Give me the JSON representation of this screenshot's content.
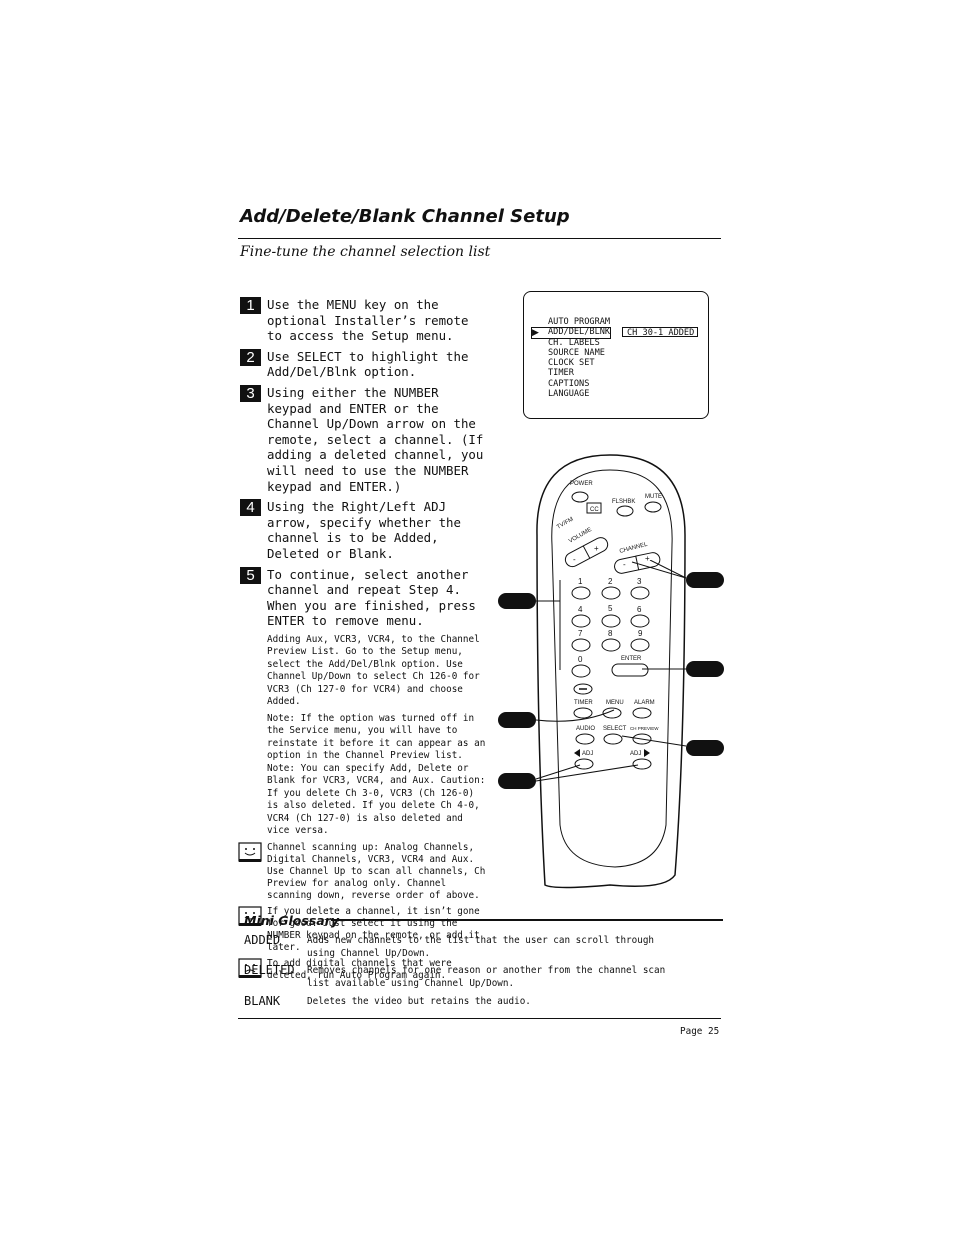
{
  "page": {
    "title": "Add/Delete/Blank Channel Setup",
    "subtitle": "Fine-tune the channel selection list",
    "page_number": "Page  25"
  },
  "steps": [
    {
      "num": "1",
      "text": "Use the MENU key on the optional Installer’s remote to access the Setup menu."
    },
    {
      "num": "2",
      "text": "Use SELECT to highlight the Add/Del/Blnk option."
    },
    {
      "num": "3",
      "text": "Using either the NUMBER keypad and ENTER or the Channel Up/Down arrow on the remote, select a channel. (If adding a deleted channel, you will need to use the NUMBER keypad and ENTER.)"
    },
    {
      "num": "4",
      "text": "Using the Right/Left ADJ arrow, specify whether the channel is to be Added, Deleted or Blank."
    },
    {
      "num": "5",
      "text": "To continue, select another channel and repeat Step 4. When you are finished, press ENTER to remove menu."
    }
  ],
  "notes": [
    "Adding Aux, VCR3, VCR4, to the Channel Preview List. Go to the Setup menu, select the Add/Del/Blnk option. Use Channel Up/Down to select Ch 126-0 for VCR3 (Ch 127-0 for VCR4) and choose Added.",
    "Note: If the option was turned off in the Service menu, you will have to reinstate it before it can appear as an option in the Channel Preview list. Note: You can specify Add, Delete or Blank for VCR3, VCR4, and Aux. Caution: If you delete Ch 3-0, VCR3 (Ch 126-0) is also deleted. If you delete Ch 4-0, VCR4 (Ch 127-0) is also deleted and vice versa."
  ],
  "icon_notes": [
    {
      "icon": "happy-tv-icon",
      "text": "Channel scanning up: Analog Channels, Digital Channels, VCR3, VCR4  and Aux. Use Channel Up to scan all channels, Ch Preview for analog only. Channel scanning down, reverse order of above."
    },
    {
      "icon": "happy-tv-icon",
      "text": "If you delete a channel, it isn’t gone for good. Just select it using the NUMBER keypad on the remote, or add it later."
    },
    {
      "icon": "sad-tv-icon",
      "text": "To add digital channels that were deleted, run Auto Program again."
    }
  ],
  "setup_menu": {
    "items": [
      "AUTO PROGRAM",
      "ADD/DEL/BLNK",
      "CH. LABELS",
      "SOURCE NAME",
      "CLOCK SET",
      "TIMER",
      "CAPTIONS",
      "LANGUAGE"
    ],
    "selected_index": 1,
    "status": "CH 30-1 ADDED"
  },
  "remote": {
    "power": "POWER",
    "flshbk": "FLSHBK",
    "mute": "MUTE",
    "tvfm": "TV/FM",
    "cc": "CC",
    "volume": "VOLUME",
    "channel": "CHANNEL",
    "minus": "-",
    "plus": "+",
    "digits": [
      "1",
      "2",
      "3",
      "4",
      "5",
      "6",
      "7",
      "8",
      "9",
      "0"
    ],
    "enter": "ENTER",
    "timer": "TIMER",
    "menu": "MENU",
    "alarm": "ALARM",
    "audio": "AUDIO",
    "select": "SELECT",
    "ch_preview": "CH PREVIEW",
    "adj_left": "ADJ",
    "adj_right": "ADJ"
  },
  "glossary": {
    "title": "Mini Glossary",
    "entries": [
      {
        "term": "ADDED",
        "definition": "Adds new channels to the list that the user can scroll through using Channel Up/Down."
      },
      {
        "term": "DELETED",
        "definition": "Removes channels for one reason or another from the channel scan list available using Channel Up/Down."
      },
      {
        "term": "BLANK",
        "definition": "Deletes the video but retains the audio."
      }
    ]
  }
}
